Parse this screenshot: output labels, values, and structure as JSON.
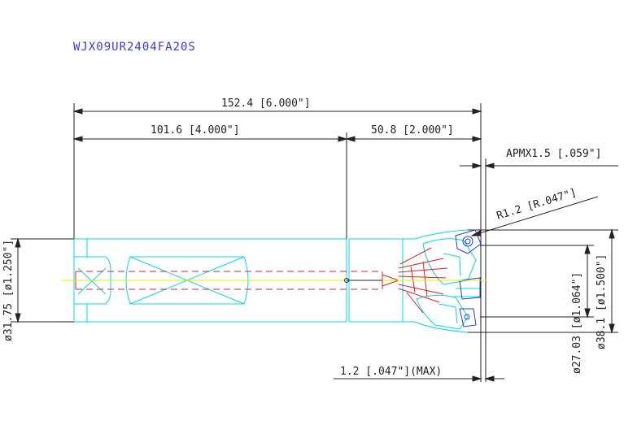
{
  "drawing": {
    "part_code": "WJX09UR2404FA20S",
    "dimensions": {
      "overall_length": "152.4 [6.000\"]",
      "shank_length": "101.6 [4.000\"]",
      "head_length": "50.8 [2.000\"]",
      "apmx": "APMX1.5 [.059\"]",
      "corner_radius": "R1.2 [R.047\"]",
      "shank_diameter": "ø31.75 [ø1.250\"]",
      "inner_diameter": "ø27.03 [ø1.064\"]",
      "cutting_diameter": "ø38.1 [ø1.500\"]",
      "max_offset": "1.2 [.047\"](MAX)"
    },
    "colors": {
      "outline": "#00d8e8",
      "hidden": "#e02020",
      "centerline": "#e8e800",
      "dimension": "#222222",
      "insert": "#2040d0",
      "title": "#3b3bd6"
    }
  }
}
